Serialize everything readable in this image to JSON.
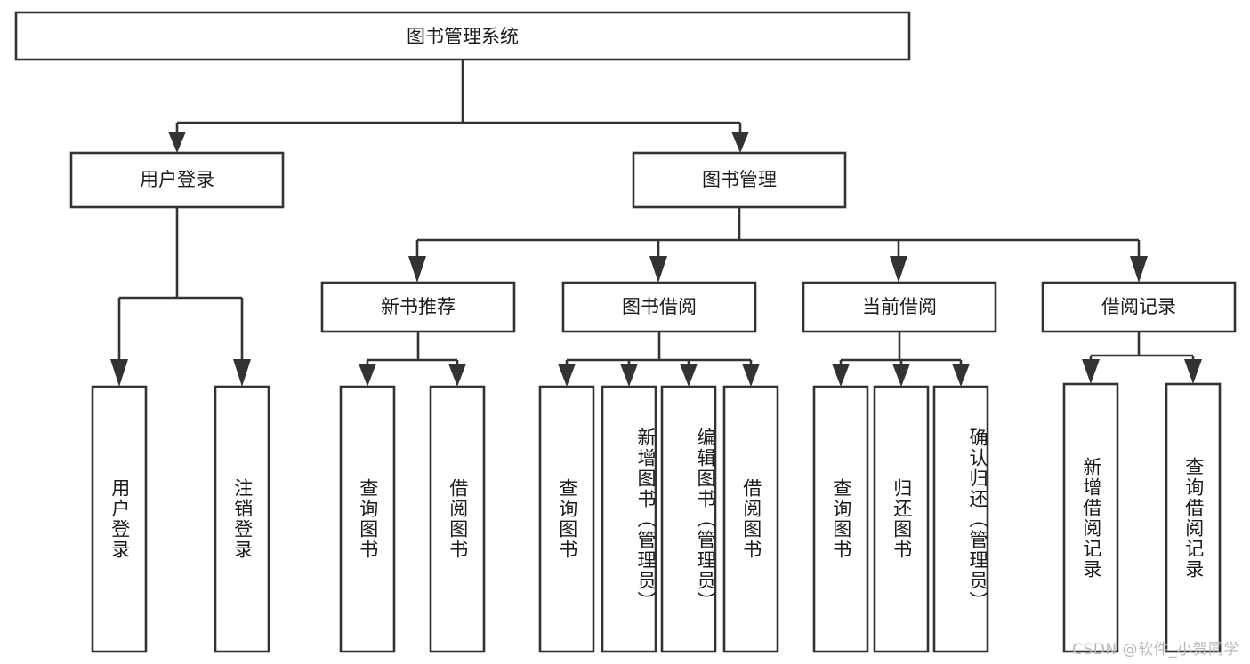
{
  "diagram": {
    "type": "tree",
    "title": "图书管理系统",
    "watermark": "CSDN @软件_小贺同学",
    "colors": {
      "stroke": "#333333",
      "fill": "#ffffff",
      "text": "#1b1b1b",
      "watermark": "#b9b9b9"
    },
    "root": {
      "label": "图书管理系统"
    },
    "level2": [
      {
        "label": "用户登录"
      },
      {
        "label": "图书管理"
      }
    ],
    "level3": [
      {
        "label": "新书推荐"
      },
      {
        "label": "图书借阅"
      },
      {
        "label": "当前借阅"
      },
      {
        "label": "借阅记录"
      }
    ],
    "leaves": {
      "user_login": [
        {
          "label": "用户登录"
        },
        {
          "label": "注销登录"
        }
      ],
      "new_book_recommend": [
        {
          "label": "查询图书"
        },
        {
          "label": "借阅图书"
        }
      ],
      "book_borrow": [
        {
          "label": "查询图书"
        },
        {
          "label": "新增图书（管理员）"
        },
        {
          "label": "编辑图书（管理员）"
        },
        {
          "label": "借阅图书"
        }
      ],
      "current_borrow": [
        {
          "label": "查询图书"
        },
        {
          "label": "归还图书"
        },
        {
          "label": "确认归还（管理员）"
        }
      ],
      "borrow_record": [
        {
          "label": "新增借阅记录"
        },
        {
          "label": "查询借阅记录"
        }
      ]
    }
  }
}
